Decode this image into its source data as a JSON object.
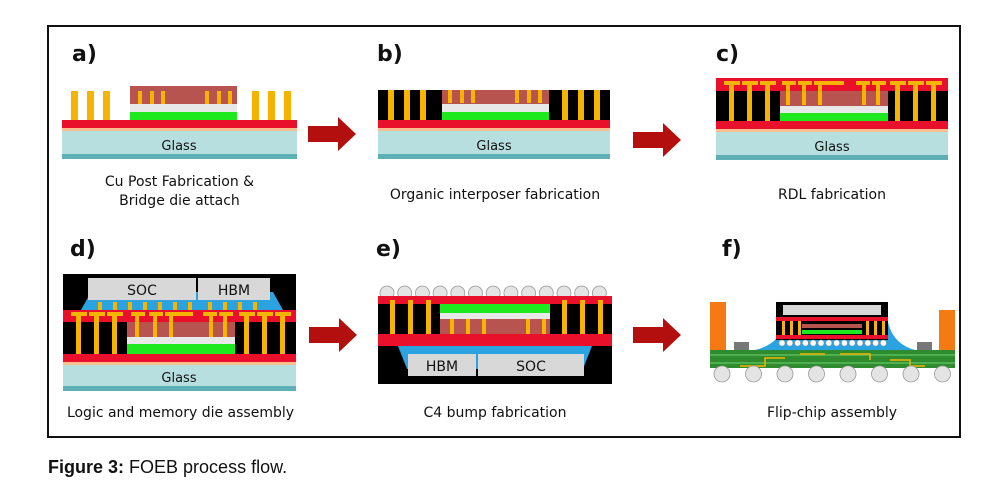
{
  "figure": {
    "caption_label": "Figure 3:",
    "caption_text": "FOEB process flow."
  },
  "colors": {
    "copper": "#f5b400",
    "red_layer": "#e8102a",
    "die_red": "#b85450",
    "bridge_green": "#1ee81e",
    "glass": "#b8dfe0",
    "mold_black": "#000000",
    "underfill_blue": "#2aa3e0",
    "arrow": "#b30f0f",
    "substrate_green": "#2e8b2e",
    "stiffener_orange": "#f47a14"
  },
  "panels": [
    {
      "id": "a",
      "label": "a)",
      "caption": "Cu Post Fabrication &\nBridge die attach",
      "substrate": "Glass"
    },
    {
      "id": "b",
      "label": "b)",
      "caption": "Organic interposer fabrication",
      "substrate": "Glass"
    },
    {
      "id": "c",
      "label": "c)",
      "caption": "RDL fabrication",
      "substrate": "Glass"
    },
    {
      "id": "d",
      "label": "d)",
      "caption": "Logic and memory die assembly",
      "substrate": "Glass",
      "die_left": "SOC",
      "die_right": "HBM"
    },
    {
      "id": "e",
      "label": "e)",
      "caption": "C4 bump fabrication",
      "die_left": "HBM",
      "die_right": "SOC"
    },
    {
      "id": "f",
      "label": "f)",
      "caption": "Flip-chip assembly"
    }
  ],
  "arrows": [
    {
      "from": "a",
      "to": "b",
      "icon": "right-arrow-icon"
    },
    {
      "from": "b",
      "to": "c",
      "icon": "right-arrow-icon"
    },
    {
      "from": "d",
      "to": "e",
      "icon": "right-arrow-icon"
    },
    {
      "from": "e",
      "to": "f",
      "icon": "right-arrow-icon"
    }
  ]
}
